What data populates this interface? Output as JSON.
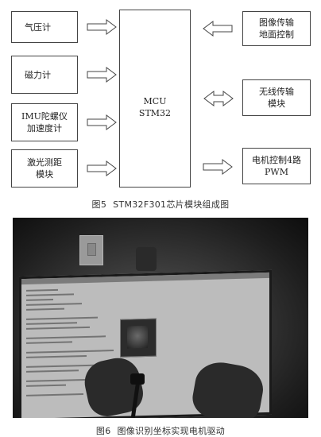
{
  "figure5": {
    "blocks": {
      "barometer": "气压计",
      "magnetometer": "磁力计",
      "imu": "IMU陀螺仪\n加速度计",
      "laser": "激光测距\n模块",
      "mcu": "MCU\nSTM32",
      "image_transmission": "图像传输\n地面控制",
      "wireless": "无线传输\n模块",
      "motor_control": "电机控制4路\nPWM"
    },
    "caption_number": "图5",
    "caption_text": "STM32F301芯片模块组成图"
  },
  "figure6": {
    "caption_number": "图6",
    "caption_text": "图像识别坐标实现电机驱动"
  }
}
